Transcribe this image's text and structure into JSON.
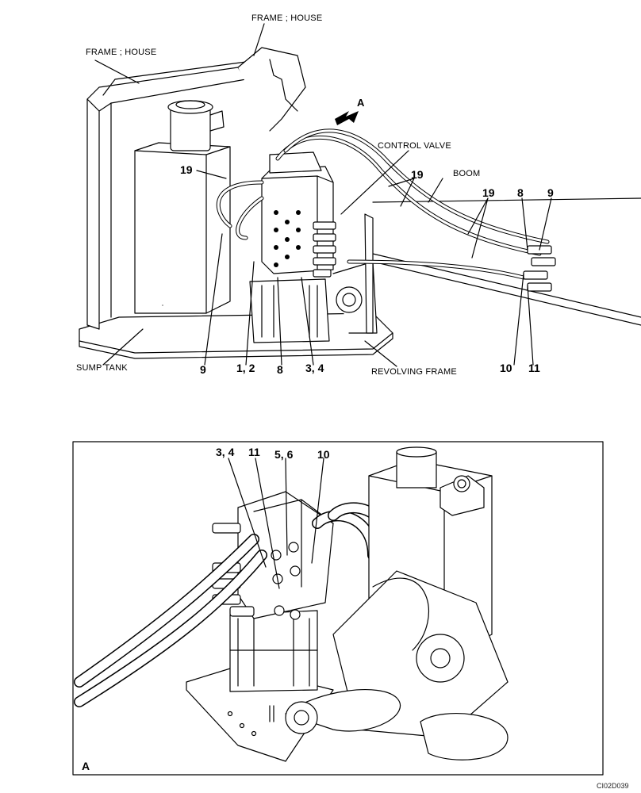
{
  "top_view": {
    "labels": {
      "frame_house_left": "FRAME ; HOUSE",
      "frame_house_top": "FRAME ; HOUSE",
      "control_valve": "CONTROL VALVE",
      "boom": "BOOM",
      "sump_tank": "SUMP TANK",
      "revolving_frame": "REVOLVING FRAME",
      "view_arrow": "A"
    },
    "callouts": [
      "19",
      "19",
      "19",
      "8",
      "9",
      "9",
      "1, 2",
      "8",
      "3, 4",
      "10",
      "11"
    ]
  },
  "detail_view": {
    "title": "A",
    "callouts": [
      "3, 4",
      "11",
      "5, 6",
      "10"
    ]
  },
  "drawing_code": "CI02D039"
}
